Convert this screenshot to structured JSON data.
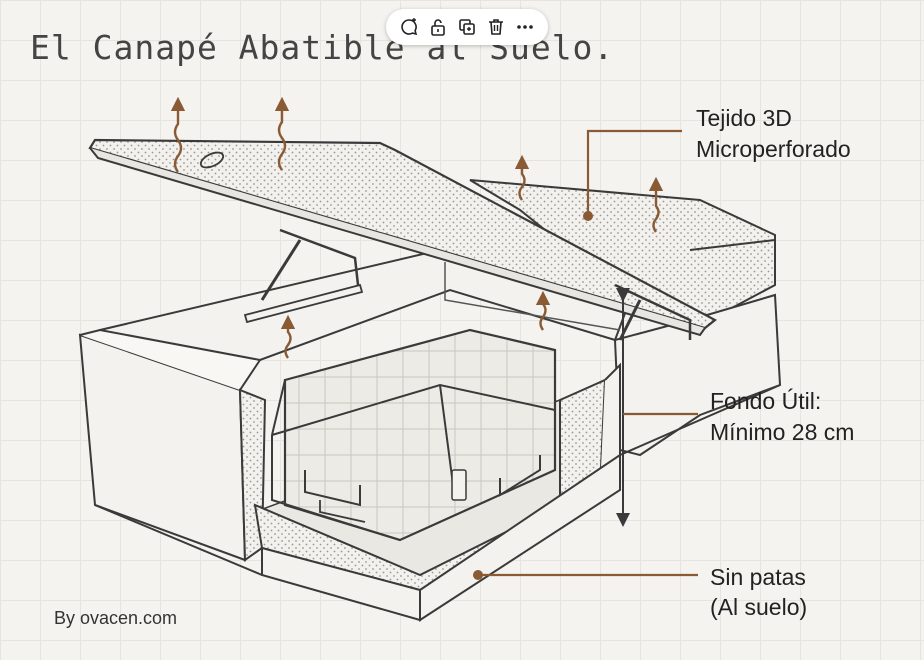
{
  "title": "El Canapé Abatible al Suelo.",
  "toolbar": {
    "buttons": [
      {
        "name": "add-comment-icon"
      },
      {
        "name": "lock-icon"
      },
      {
        "name": "duplicate-icon"
      },
      {
        "name": "trash-icon"
      },
      {
        "name": "more-icon"
      }
    ]
  },
  "labels": {
    "fabric_line1": "Tejido 3D",
    "fabric_line2": "Microperforado",
    "depth_line1": "Fondo Útil:",
    "depth_line2": "Mínimo 28 cm",
    "legs_line1": "Sin patas",
    "legs_line2": "(Al suelo)"
  },
  "credit": "By ovacen.com",
  "colors": {
    "callout": "#8a5a35",
    "line": "#3a3a3a",
    "fabric": "#f2f1ed"
  }
}
